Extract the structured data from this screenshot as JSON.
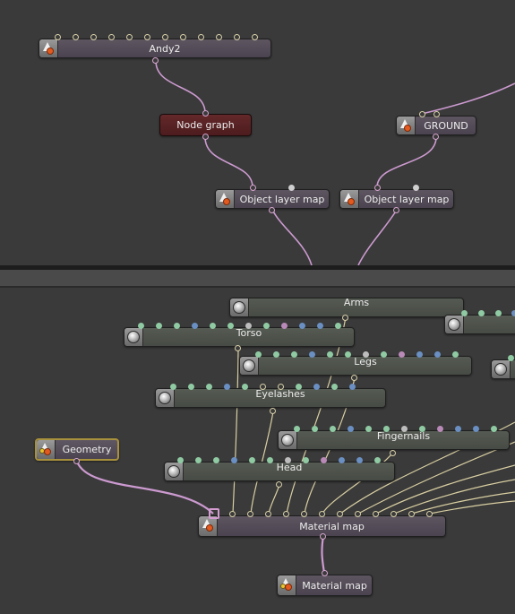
{
  "colors": {
    "background": "#3a3a3a",
    "link_material": "#d9cfa2",
    "link_object": "#cc9ad0",
    "node_selected_border": "#a8913c",
    "node_graph_fill": "#5a2224"
  },
  "top_graph": {
    "nodes": {
      "andy2": {
        "title": "Andy2",
        "icon": "mesh-object-icon"
      },
      "node_graph": {
        "title": "Node graph"
      },
      "ground": {
        "title": "GROUND",
        "icon": "mesh-object-icon"
      },
      "object_layer_map_1": {
        "title": "Object layer map",
        "icon": "mesh-object-icon"
      },
      "object_layer_map_2": {
        "title": "Object layer map",
        "icon": "mesh-object-icon"
      }
    }
  },
  "bottom_graph": {
    "nodes": {
      "arms": {
        "title": "Arms",
        "icon": "material-sphere-icon"
      },
      "torso": {
        "title": "Torso",
        "icon": "material-sphere-icon"
      },
      "legs": {
        "title": "Legs",
        "icon": "material-sphere-icon"
      },
      "eyelashes": {
        "title": "Eyelashes",
        "icon": "material-sphere-icon"
      },
      "geometry": {
        "title": "Geometry",
        "icon": "geometry-icon",
        "selected": true
      },
      "fingernails": {
        "title": "Fingernails",
        "icon": "material-sphere-icon"
      },
      "head": {
        "title": "Head",
        "icon": "material-sphere-icon"
      },
      "material_map": {
        "title": "Material map",
        "icon": "mesh-object-icon"
      },
      "material_map_out": {
        "title": "Material map",
        "icon": "geometry-icon"
      }
    }
  }
}
